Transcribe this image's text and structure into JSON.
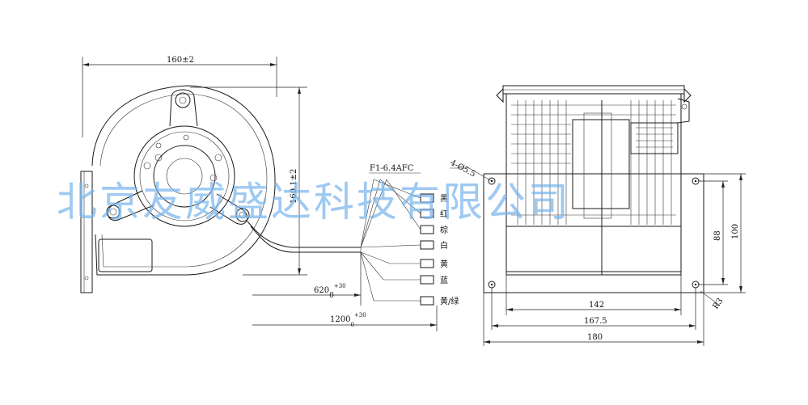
{
  "front_view": {
    "width_dim": "160±2",
    "height_dim": "160.1±2"
  },
  "wiring": {
    "capacitor_label": "F1-6.4AFC",
    "wires": [
      "黑",
      "红",
      "棕",
      "白",
      "黄",
      "蓝",
      "黄/绿"
    ],
    "lead_length_short_base": "620",
    "lead_length_short_tol": "+30",
    "lead_length_short_low": "0",
    "lead_length_long_base": "1200",
    "lead_length_long_tol": "+30",
    "lead_length_long_low": "0"
  },
  "side_view": {
    "hole_callout": "4-Ø5.5",
    "dim_142": "142",
    "dim_167_5": "167.5",
    "dim_180": "180",
    "dim_88": "88",
    "dim_100": "100",
    "radius": "R3"
  },
  "watermark": "北京友威盛达科技有限公司"
}
